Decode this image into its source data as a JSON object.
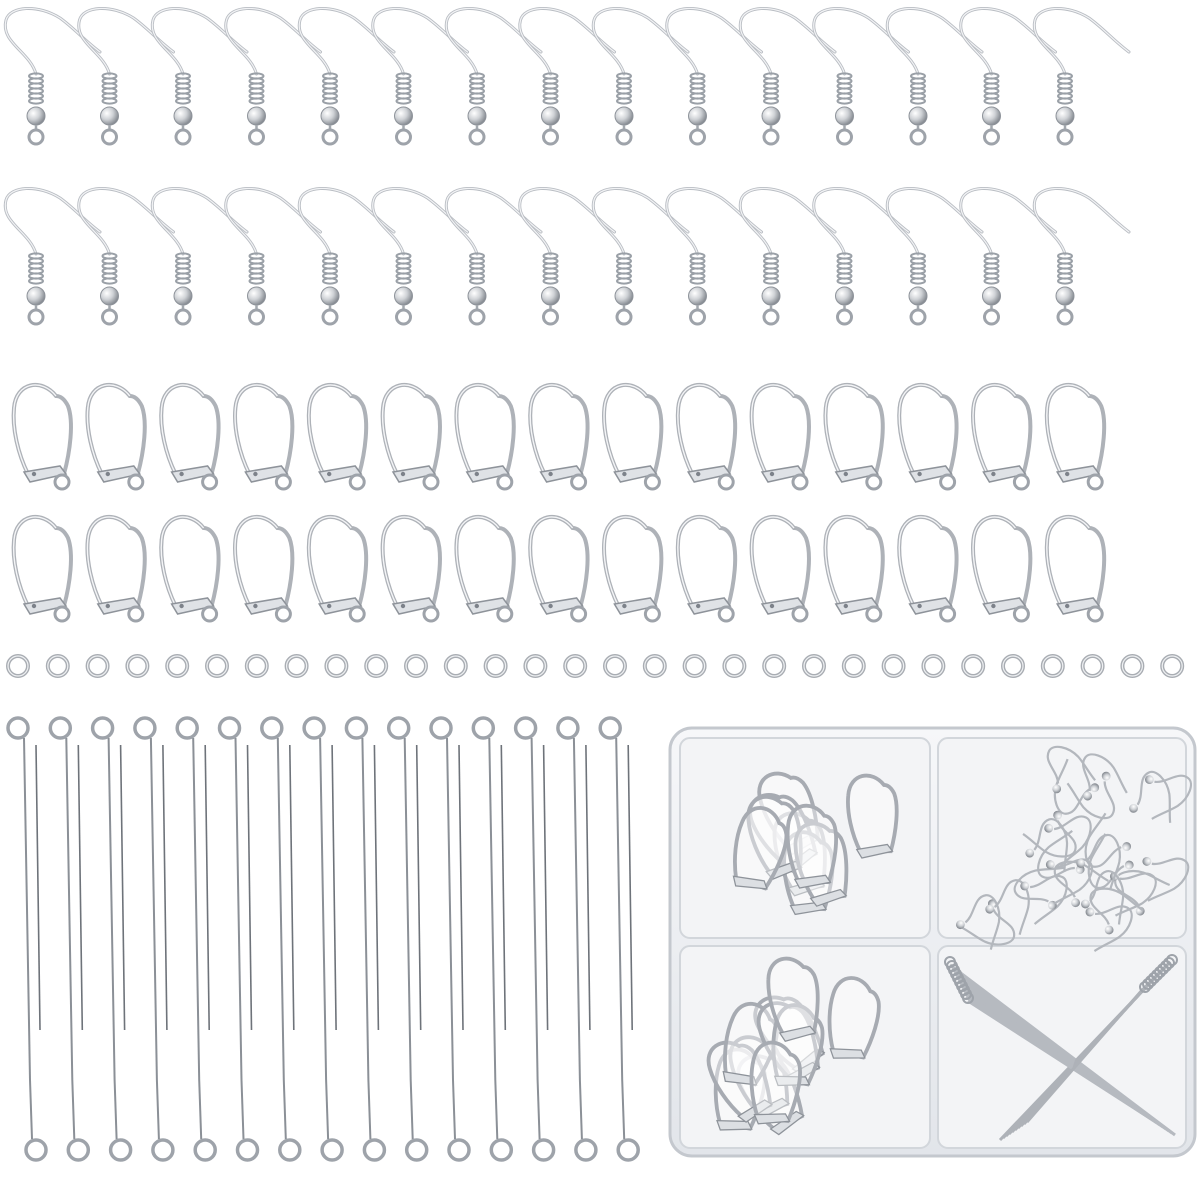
{
  "scene": {
    "background": "#ffffff",
    "metal_color": "#c9ccd1",
    "metal_highlight": "#f4f5f7",
    "metal_shadow": "#8e939a",
    "box_color": "#eef0f3"
  },
  "groups": [
    {
      "name": "fish-hook-ear-wires",
      "rows": 2,
      "per_row": 15,
      "count": 30,
      "icon": "fish-hook-icon"
    },
    {
      "name": "leverback-earrings",
      "rows": 2,
      "per_row": 15,
      "count": 30,
      "icon": "leverback-icon"
    },
    {
      "name": "jump-rings",
      "rows": 1,
      "per_row": 30,
      "count": 30,
      "icon": "ring-icon"
    },
    {
      "name": "eye-pins",
      "rows": 1,
      "per_row": 15,
      "count": 15,
      "icon": "eye-pin-icon"
    },
    {
      "name": "storage-box",
      "compartments": 4,
      "count": 1,
      "icon": "box-icon"
    }
  ]
}
